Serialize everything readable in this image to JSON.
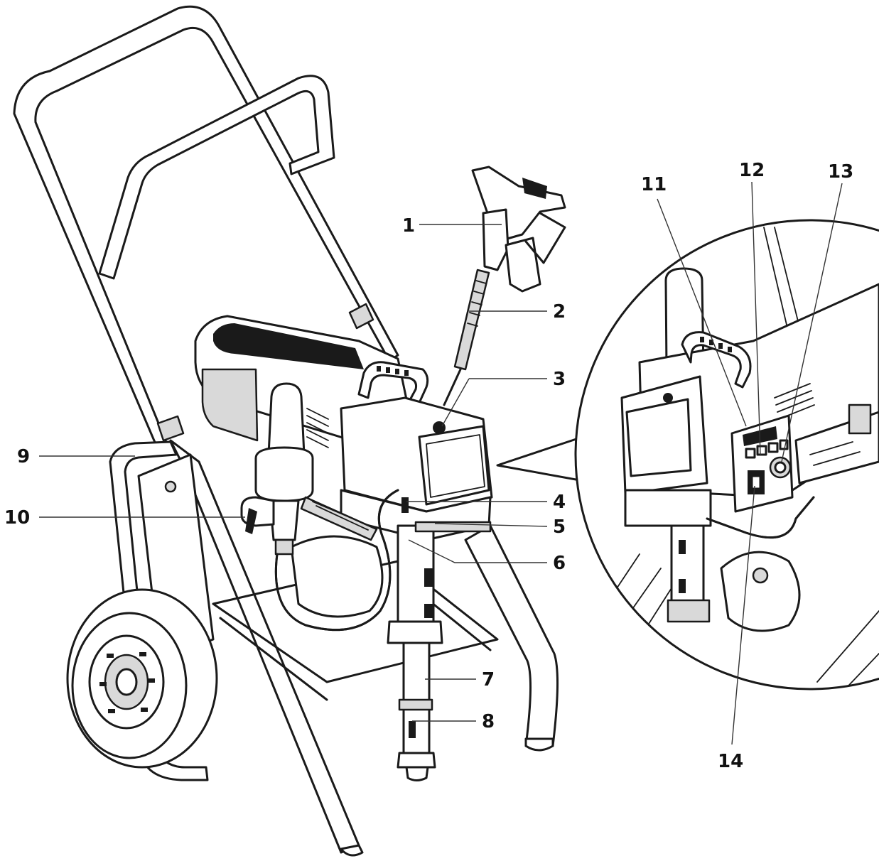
{
  "callouts": [
    {
      "id": "1",
      "text": "1"
    },
    {
      "id": "2",
      "text": "2"
    },
    {
      "id": "3",
      "text": "3"
    },
    {
      "id": "4",
      "text": "4"
    },
    {
      "id": "5",
      "text": "5"
    },
    {
      "id": "6",
      "text": "6"
    },
    {
      "id": "7",
      "text": "7"
    },
    {
      "id": "8",
      "text": "8"
    },
    {
      "id": "9",
      "text": "9"
    },
    {
      "id": "10",
      "text": "10"
    },
    {
      "id": "11",
      "text": "11"
    },
    {
      "id": "12",
      "text": "12"
    },
    {
      "id": "13",
      "text": "13"
    },
    {
      "id": "14",
      "text": "14"
    }
  ],
  "colors": {
    "ink": "#1a1a1a",
    "background": "#ffffff"
  }
}
